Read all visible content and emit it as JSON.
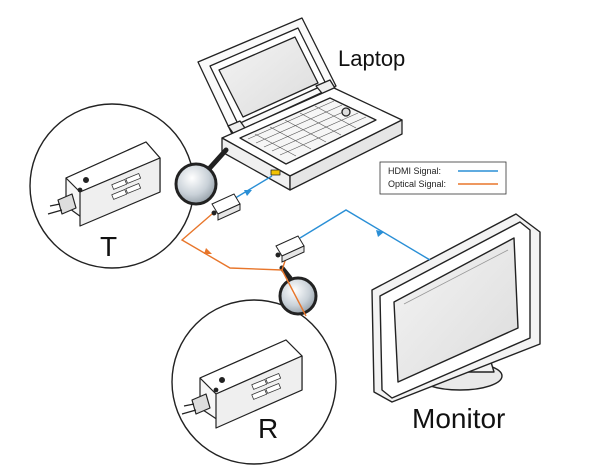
{
  "labels": {
    "laptop": "Laptop",
    "monitor": "Monitor",
    "transmitter": "T",
    "receiver": "R"
  },
  "legend": {
    "hdmi": "HDMI Signal:",
    "optical": "Optical Signal:"
  },
  "colors": {
    "hdmi": "#2a8fd6",
    "optical": "#e8762b",
    "line": "#222222",
    "lens": "#b9c3cc"
  },
  "icons": {
    "laptop": "laptop-icon",
    "monitor": "monitor-icon",
    "transmitter": "hdmi-transmitter-module",
    "receiver": "hdmi-receiver-module",
    "magnifier": "magnifier-icon"
  }
}
